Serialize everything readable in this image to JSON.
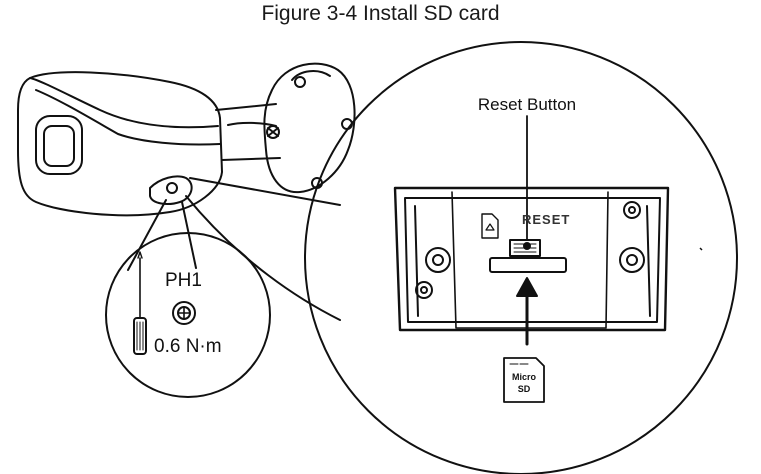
{
  "figure": {
    "caption": "Figure 3-4 Install SD card",
    "callout_reset": "Reset Button",
    "board_label_reset": "RESET",
    "tool_bit": "PH1",
    "torque": "0.6 N·m",
    "sd_card_line1": "Micro",
    "sd_card_line2": "SD"
  }
}
